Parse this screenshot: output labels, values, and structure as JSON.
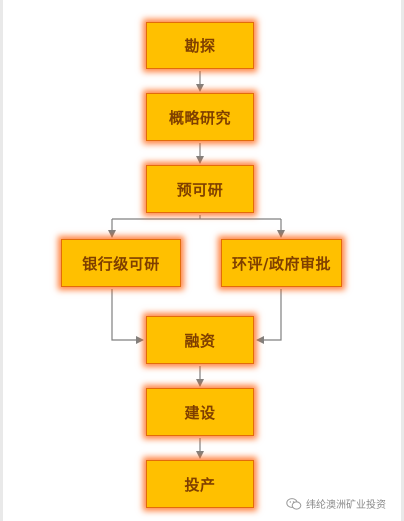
{
  "nodes": {
    "survey": "勘探",
    "scoping_study": "概略研究",
    "prefeasibility": "预可研",
    "bankable_feasibility": "银行级可研",
    "environmental_approval": "环评/政府审批",
    "financing": "融资",
    "construction": "建设",
    "production": "投产"
  },
  "watermark": {
    "text": "纬纶澳洲矿业投资",
    "icon": "wechat-official-account-icon"
  },
  "colors": {
    "node_fill": "#ffc000",
    "node_border": "#e36c0a",
    "node_glow": "#ff5a00",
    "node_text": "#7f3f00",
    "connector": "#808080"
  }
}
